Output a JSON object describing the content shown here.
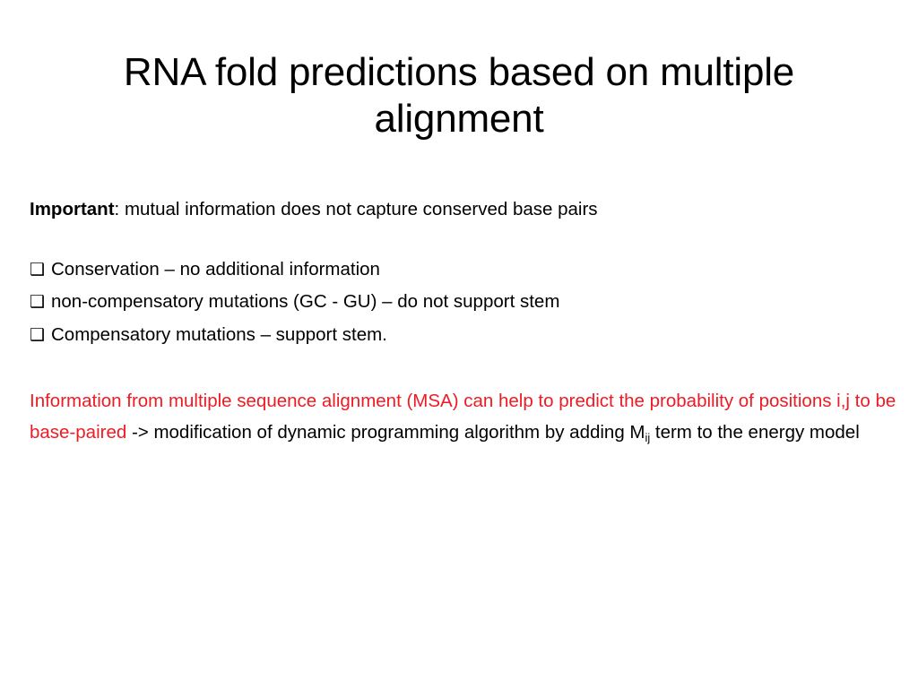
{
  "slide": {
    "background_color": "#ffffff",
    "title": "RNA fold predictions based on multiple alignment",
    "title_line_1": "RNA fold predictions based on multiple",
    "title_line_2": "alignment",
    "accent_color": "#ED1B24",
    "text_color": "#000000"
  },
  "important": {
    "label": "Important",
    "separator": ": ",
    "text": "mutual information does not capture conserved base pairs"
  },
  "bullets": {
    "marker": "❑",
    "items": [
      "Conservation – no additional information",
      "non-compensatory mutations (GC - GU) – do not support stem",
      "Compensatory mutations – support stem."
    ]
  },
  "closing_paragraph": {
    "red_text": "Information from multiple sequence alignment (MSA) can help to predict the probability of positions i,j to be base-paired",
    "black_text_before_sub": " -> modification of dynamic programming algorithm by adding M",
    "subscript": "ij",
    "black_text_after_sub": " term to the energy model"
  }
}
